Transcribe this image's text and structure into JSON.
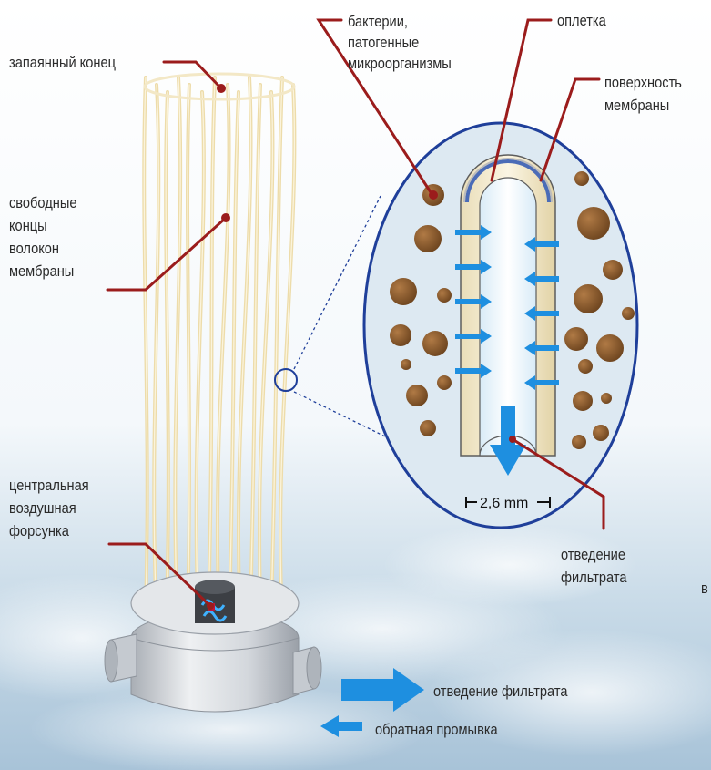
{
  "labels": {
    "sealed_end": "запаянный конец",
    "free_fiber_ends": "свободные\nконцы\nволокон\nмембраны",
    "central_air_nozzle": "центральная\nвоздушная\nфорсунка",
    "bacteria": "бактерии,\nпатогенные\nмикроорганизмы",
    "braid": "оплетка",
    "membrane_surface": "поверхность\nмембраны",
    "filtrate_outlet_detail": "отведение\nфильтрата",
    "dimension": "2,6 mm",
    "filtrate_outlet": "отведение фильтрата",
    "backwash": "обратная промывка",
    "edge_fragment": "в"
  },
  "colors": {
    "leader": "#9b1c1c",
    "fiber": "#eddcaa",
    "ellipse_border": "#1f3f9a",
    "ellipse_fill": "#dde9f2",
    "particle": "#8a5a2b",
    "arrow": "#1e8fe0",
    "housing": "#cfd3d8"
  }
}
